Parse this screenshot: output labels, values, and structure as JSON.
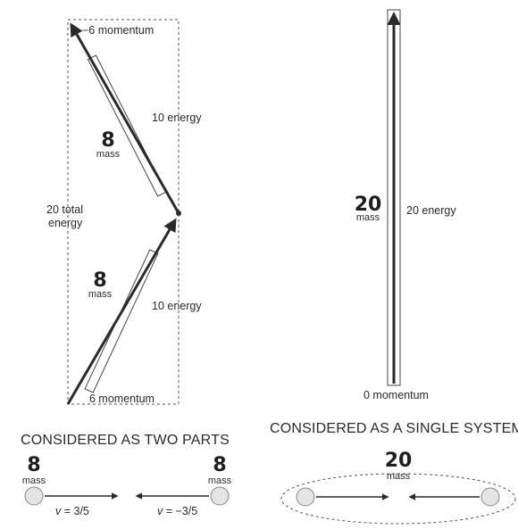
{
  "left": {
    "top_mass": {
      "number": "8",
      "unit": "mass"
    },
    "top_energy": "10 energy",
    "top_momentum": "−6 momentum",
    "bottom_mass": {
      "number": "8",
      "unit": "mass"
    },
    "bottom_energy": "10 energy",
    "bottom_momentum": "6 momentum",
    "total_energy_line1": "20 total",
    "total_energy_line2": "energy",
    "heading": "CONSIDERED AS TWO PARTS",
    "particle_left": {
      "number": "8",
      "unit": "mass",
      "velocity_symbol": "v",
      "velocity_value": " = 3/5"
    },
    "particle_right": {
      "number": "8",
      "unit": "mass",
      "velocity_symbol": "v",
      "velocity_value": " = −3/5"
    }
  },
  "right": {
    "mass": {
      "number": "20",
      "unit": "mass"
    },
    "energy": "20 energy",
    "momentum": "0 momentum",
    "heading": "CONSIDERED AS A SINGLE SYSTEM",
    "system_mass": {
      "number": "20",
      "unit": "mass"
    }
  },
  "colors": {
    "ink": "#2a2a2a",
    "particle_fill": "#e4e4e4"
  }
}
